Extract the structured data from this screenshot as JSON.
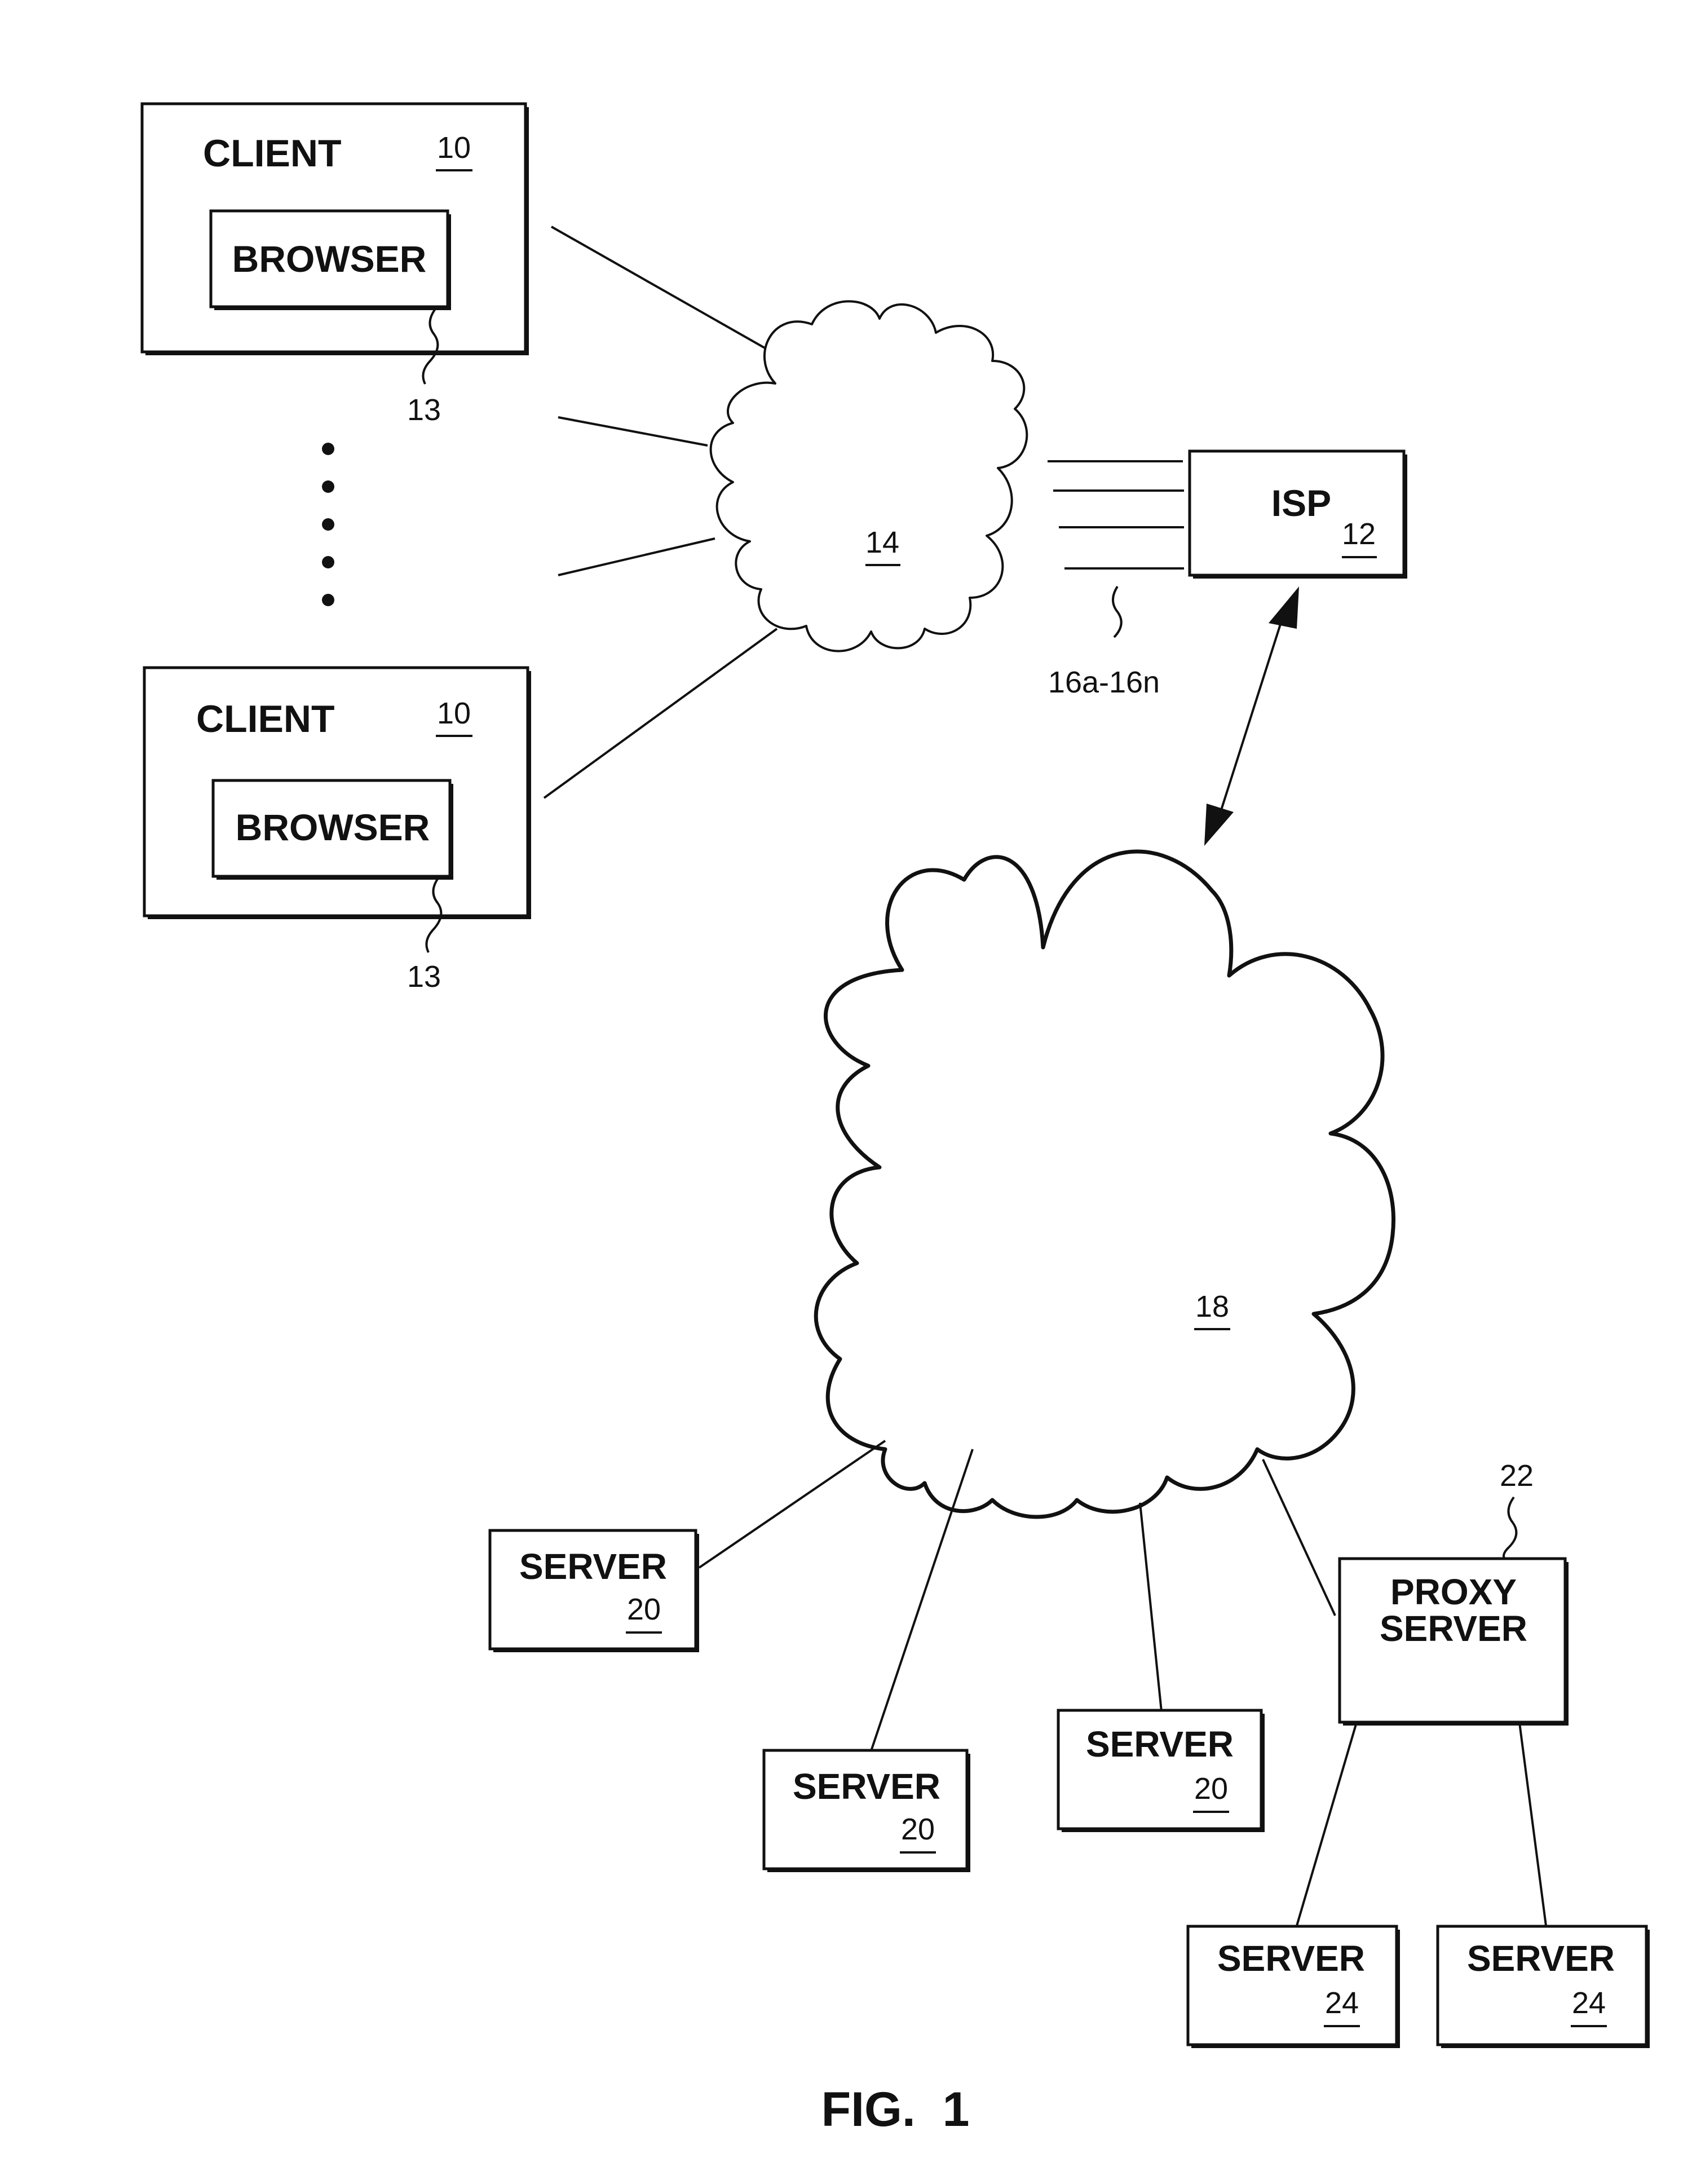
{
  "client_top": {
    "label": "CLIENT",
    "ref": "10"
  },
  "browser_top": {
    "label": "BROWSER",
    "ref": "13"
  },
  "client_bottom": {
    "label": "CLIENT",
    "ref": "10"
  },
  "browser_bottom": {
    "label": "BROWSER",
    "ref": "13"
  },
  "network_14": {
    "ref": "14"
  },
  "links": {
    "ref": "16a-16n"
  },
  "isp": {
    "label": "ISP",
    "ref": "12"
  },
  "network_18": {
    "ref": "18"
  },
  "server_a": {
    "label": "SERVER",
    "ref": "20"
  },
  "server_b": {
    "label": "SERVER",
    "ref": "20"
  },
  "server_c": {
    "label": "SERVER",
    "ref": "20"
  },
  "proxy": {
    "label_line1": "PROXY",
    "label_line2": "SERVER",
    "ref": "22"
  },
  "server_d": {
    "label": "SERVER",
    "ref": "24"
  },
  "server_e": {
    "label": "SERVER",
    "ref": "24"
  },
  "figure": {
    "caption": "FIG.  1"
  }
}
